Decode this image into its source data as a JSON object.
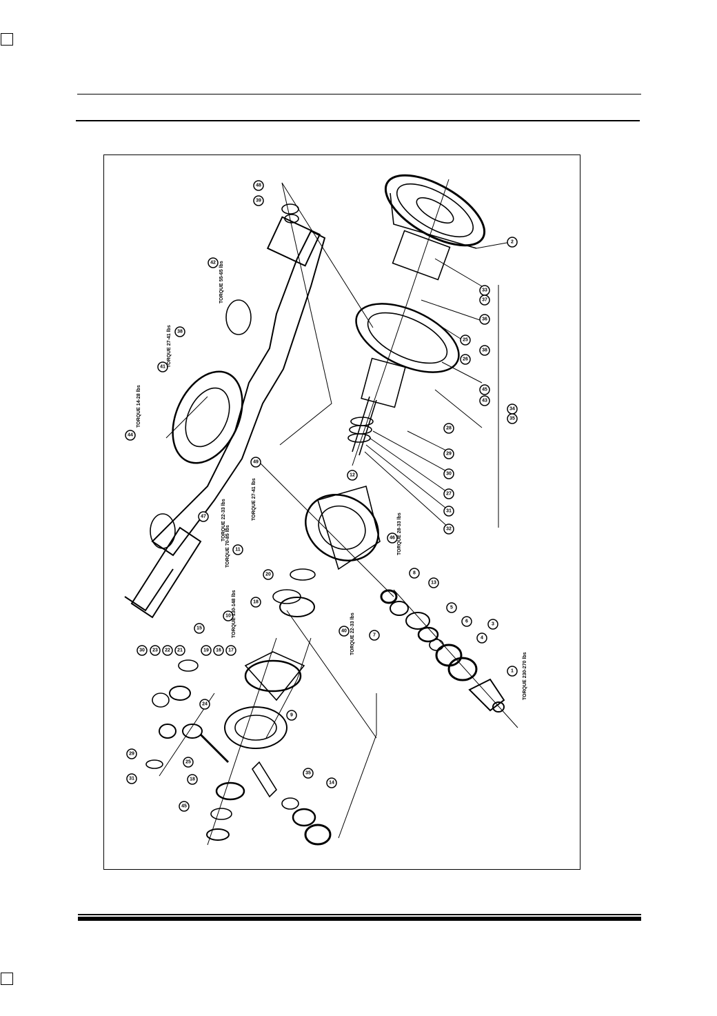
{
  "page": {
    "corner_marks": [
      "top-left",
      "bottom-left"
    ]
  },
  "figure": {
    "callouts": [
      {
        "id": "c1",
        "label": "1"
      },
      {
        "id": "c2",
        "label": "2"
      },
      {
        "id": "c3",
        "label": "3"
      },
      {
        "id": "c4",
        "label": "4"
      },
      {
        "id": "c5",
        "label": "5"
      },
      {
        "id": "c6",
        "label": "6"
      },
      {
        "id": "c7",
        "label": "7"
      },
      {
        "id": "c8",
        "label": "8"
      },
      {
        "id": "c9",
        "label": "9"
      },
      {
        "id": "c10",
        "label": "10"
      },
      {
        "id": "c11",
        "label": "11"
      },
      {
        "id": "c12",
        "label": "12"
      },
      {
        "id": "c13",
        "label": "13"
      },
      {
        "id": "c14",
        "label": "14"
      },
      {
        "id": "c15",
        "label": "15"
      },
      {
        "id": "c16",
        "label": "16"
      },
      {
        "id": "c17",
        "label": "17"
      },
      {
        "id": "c18",
        "label": "18"
      },
      {
        "id": "c19",
        "label": "19"
      },
      {
        "id": "c20",
        "label": "20"
      },
      {
        "id": "c21",
        "label": "21"
      },
      {
        "id": "c22",
        "label": "22"
      },
      {
        "id": "c23",
        "label": "23"
      },
      {
        "id": "c24",
        "label": "24"
      },
      {
        "id": "c25",
        "label": "25"
      },
      {
        "id": "c26",
        "label": "26"
      },
      {
        "id": "c27",
        "label": "27"
      },
      {
        "id": "c28",
        "label": "28"
      },
      {
        "id": "c29",
        "label": "29"
      },
      {
        "id": "c30",
        "label": "30"
      },
      {
        "id": "c31",
        "label": "31"
      },
      {
        "id": "c32",
        "label": "32"
      },
      {
        "id": "c33",
        "label": "33"
      },
      {
        "id": "c34",
        "label": "34"
      },
      {
        "id": "c35",
        "label": "35"
      },
      {
        "id": "c36",
        "label": "36"
      },
      {
        "id": "c37",
        "label": "37"
      },
      {
        "id": "c38",
        "label": "38"
      },
      {
        "id": "c39",
        "label": "39"
      },
      {
        "id": "c40",
        "label": "40"
      },
      {
        "id": "c41",
        "label": "41"
      },
      {
        "id": "c42",
        "label": "42"
      },
      {
        "id": "c43",
        "label": "43"
      },
      {
        "id": "c44",
        "label": "44"
      },
      {
        "id": "c45",
        "label": "45"
      },
      {
        "id": "c46",
        "label": "46"
      },
      {
        "id": "c47",
        "label": "47"
      },
      {
        "id": "c48",
        "label": "48"
      },
      {
        "id": "c49",
        "label": "49"
      }
    ],
    "torques": [
      {
        "id": "t1",
        "text": "TORQUE 14-28 lbs"
      },
      {
        "id": "t2",
        "text": "TORQUE 27-41 lbs"
      },
      {
        "id": "t3",
        "text": "TORQUE 55-65 lbs"
      },
      {
        "id": "t4",
        "text": "TORQUE 27-41 lbs"
      },
      {
        "id": "t5",
        "text": "TORQUE 22-33 lbs"
      },
      {
        "id": "t6",
        "text": "TORQUE 70-85 lbs"
      },
      {
        "id": "t7",
        "text": "TORQUE 130-148 lbs"
      },
      {
        "id": "t8",
        "text": "TORQUE 22-33 lbs"
      },
      {
        "id": "t9",
        "text": "TORQUE 28-33 lbs"
      },
      {
        "id": "t10",
        "text": "TORQUE 230-270 lbs"
      }
    ]
  }
}
